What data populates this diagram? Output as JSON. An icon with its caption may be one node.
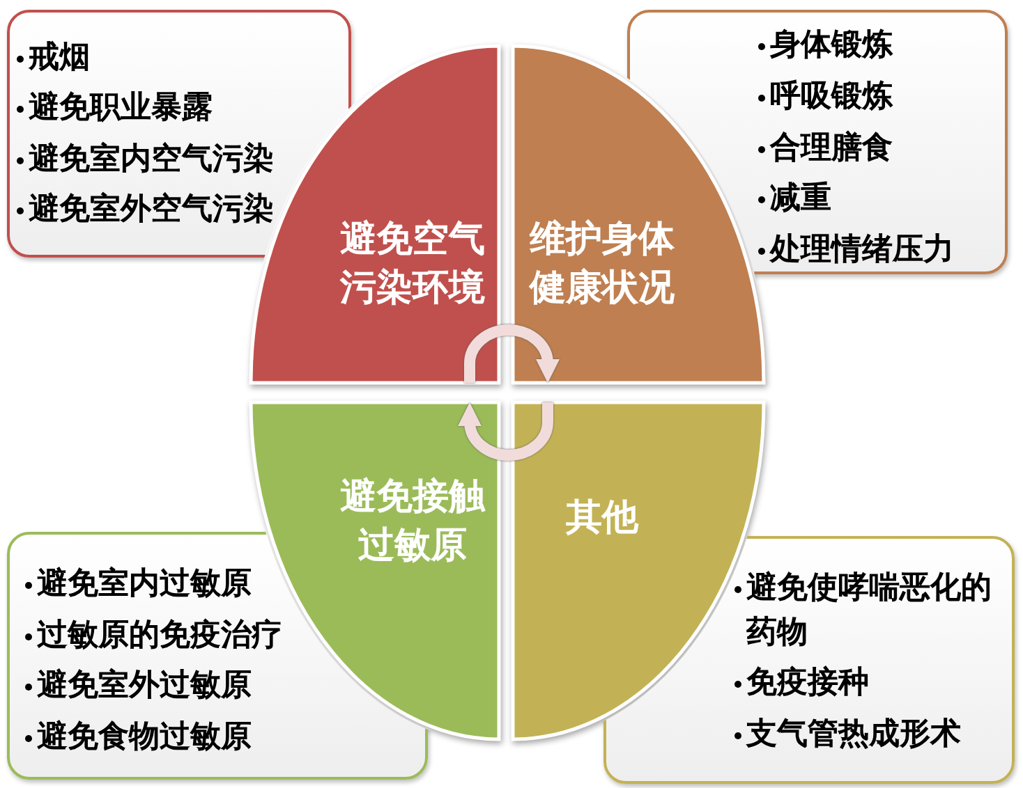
{
  "diagram": {
    "nodes": [
      {
        "text": [
          "戒烟",
          "避免职业暴露",
          "避免室内空气污染",
          "避免室外空气污染"
        ]
      },
      {
        "text": [
          "身体锻炼",
          "呼吸锻炼",
          "合理膳食",
          "减重",
          "处理情绪压力"
        ]
      },
      {
        "text": [
          "避免空气污染环境"
        ]
      },
      {
        "text": [
          "维护身体健康状况"
        ]
      },
      {
        "text": [
          "避免接触过敏原"
        ]
      },
      {
        "text": [
          "其他"
        ]
      },
      {
        "text": [
          "避免室内过敏原",
          "过敏原的免疫治疗",
          "避免室外过敏原",
          "避免食物过敏原"
        ]
      },
      {
        "text": [
          "避免使哮喘恶化的药物",
          "免疫接种",
          "支气管热成形术"
        ]
      }
    ],
    "edges": [
      {
        "from": 2,
        "to": 3,
        "arrow": "to"
      },
      {
        "from": 5,
        "to": 4,
        "arrow": "to"
      }
    ]
  }
}
